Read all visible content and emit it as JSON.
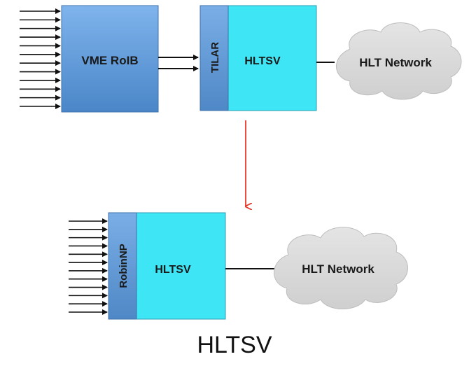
{
  "top": {
    "vme_roib_label": "VME RoIB",
    "tilar_label": "TILAR",
    "hltsv_label": "HLTSV",
    "network_label": "HLT Network"
  },
  "bottom": {
    "robinnp_label": "RobinNP",
    "hltsv_label": "HLTSV",
    "network_label": "HLT Network"
  },
  "caption": "HLTSV",
  "colors": {
    "blue_box": "#5b9bd5",
    "cyan_box": "#3ee6f5",
    "cloud": "#d8d8d8",
    "arrow": "#e8382b",
    "line": "#111111"
  }
}
